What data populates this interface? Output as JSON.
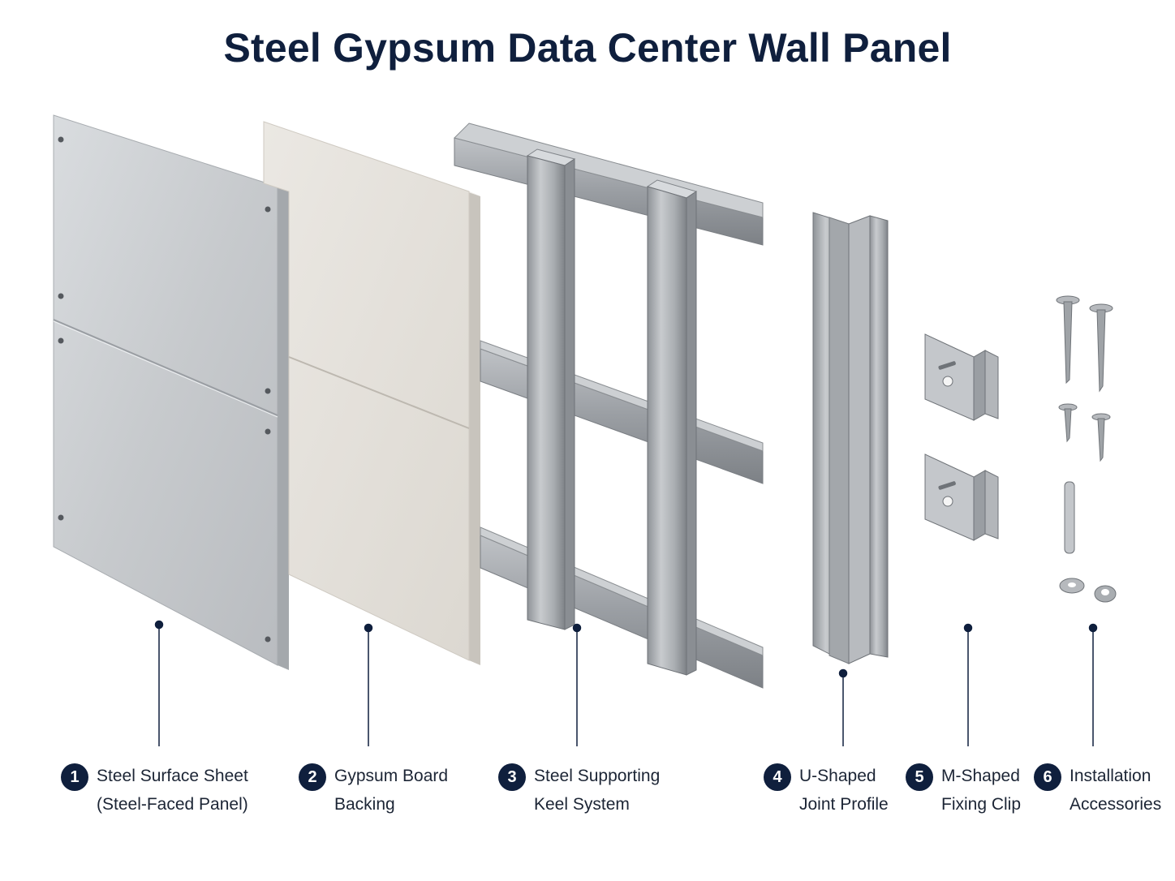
{
  "title": "Steel Gypsum Data Center Wall Panel",
  "colors": {
    "navy": "#0f1f3d",
    "steel": "#c9ccd0",
    "gypsum": "#e6e2dc",
    "background": "#ffffff"
  },
  "components": [
    {
      "number": "1",
      "line1": "Steel Surface Sheet",
      "line2": "(Steel-Faced Panel)"
    },
    {
      "number": "2",
      "line1": "Gypsum Board",
      "line2": "Backing"
    },
    {
      "number": "3",
      "line1": "Steel Supporting",
      "line2": "Keel System"
    },
    {
      "number": "4",
      "line1": "U-Shaped",
      "line2": "Joint Profile"
    },
    {
      "number": "5",
      "line1": "M-Shaped",
      "line2": "Fixing Clip"
    },
    {
      "number": "6",
      "line1": "Installation",
      "line2": "Accessories"
    }
  ]
}
